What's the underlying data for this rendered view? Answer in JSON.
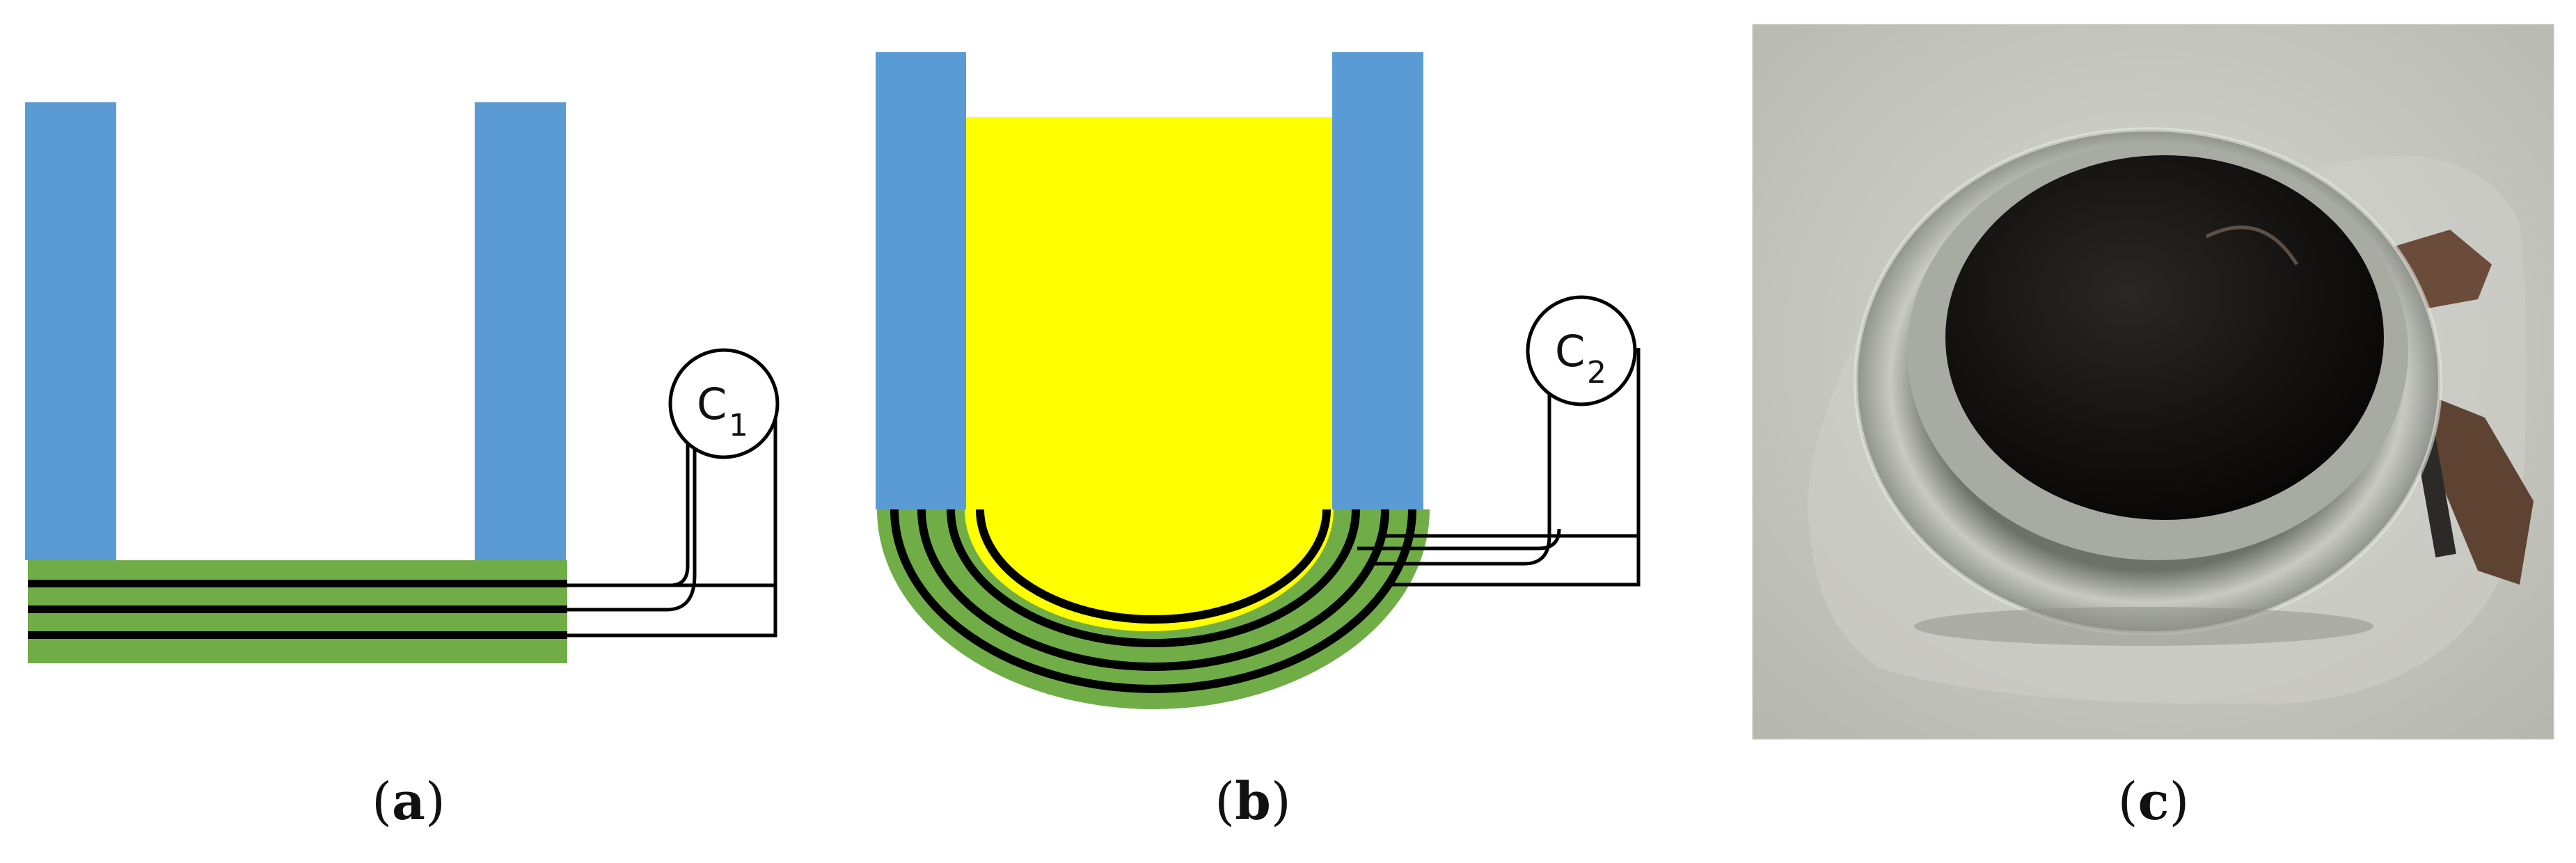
{
  "panels": [
    {
      "id": "a",
      "caption": "a",
      "capacitor_label": "C",
      "capacitor_index": "1"
    },
    {
      "id": "b",
      "caption": "b",
      "capacitor_label": "C",
      "capacitor_index": "2"
    },
    {
      "id": "c",
      "caption": "c"
    }
  ],
  "colors": {
    "wall": "#5b9bd5",
    "substrate": "#70ad47",
    "electrode": "#000000",
    "liquid": "#ffff00",
    "wire": "#000000"
  }
}
